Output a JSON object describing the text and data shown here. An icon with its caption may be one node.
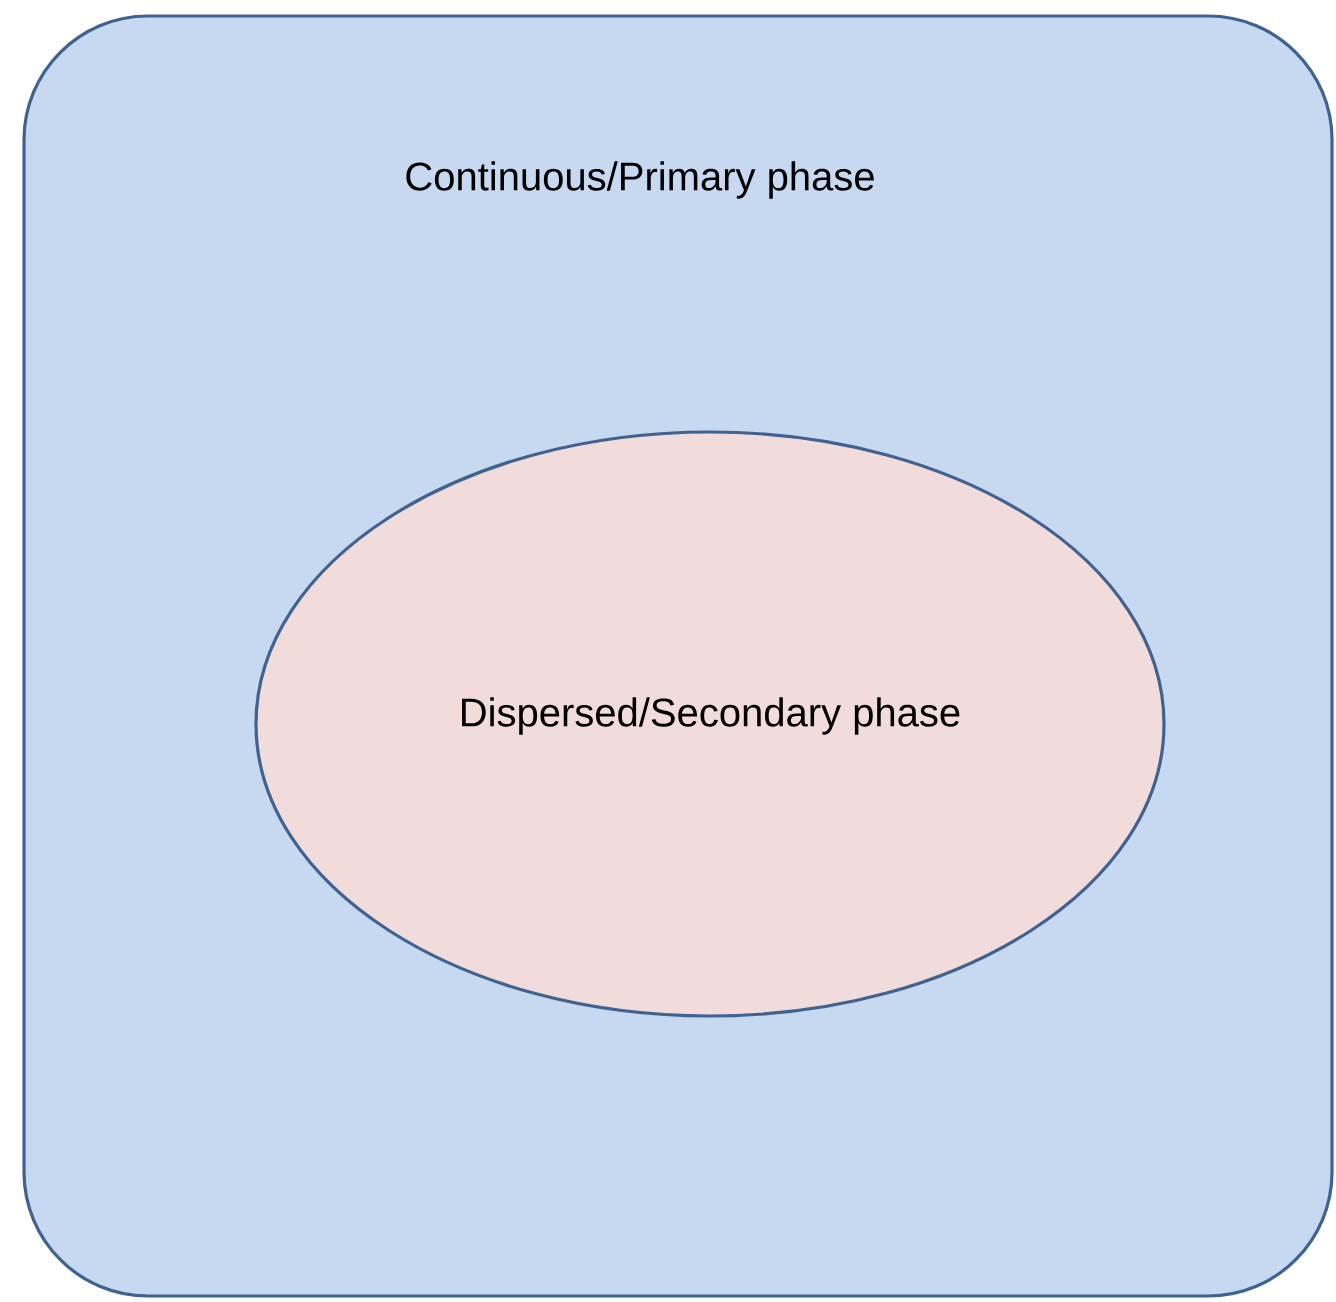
{
  "diagram": {
    "nodes": [
      {
        "text": [
          "Continuous/Primary phase"
        ]
      },
      {
        "text": [
          "Dispersed/Secondary phase"
        ],
        "in": 0
      }
    ]
  }
}
